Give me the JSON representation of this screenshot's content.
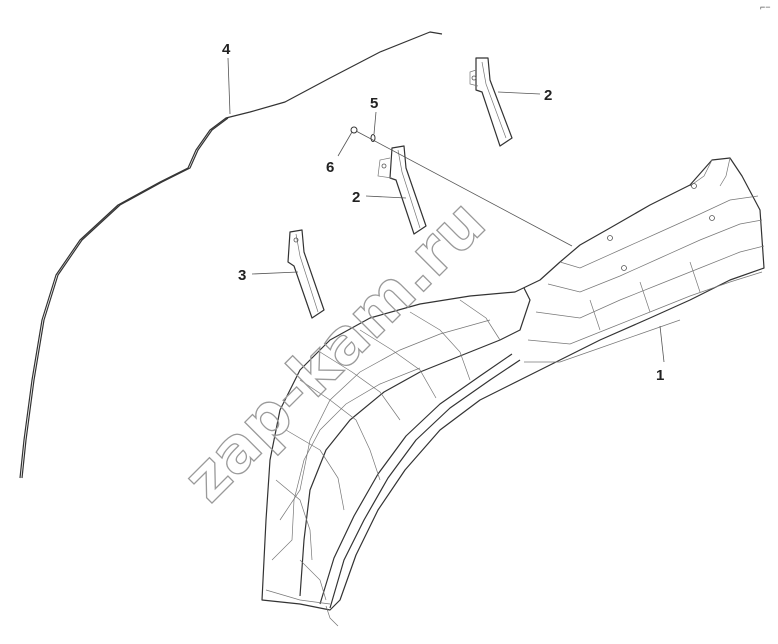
{
  "callouts": {
    "part_1": "1",
    "part_2a": "2",
    "part_2b": "2",
    "part_3": "3",
    "part_4": "4",
    "part_5": "5",
    "part_6": "6"
  },
  "watermark": "zap-kam.ru",
  "corner_mark": "⌐−",
  "colors": {
    "line": "#333333",
    "panel_fill": "#f2f2f2",
    "watermark": "#9a9a9a"
  }
}
